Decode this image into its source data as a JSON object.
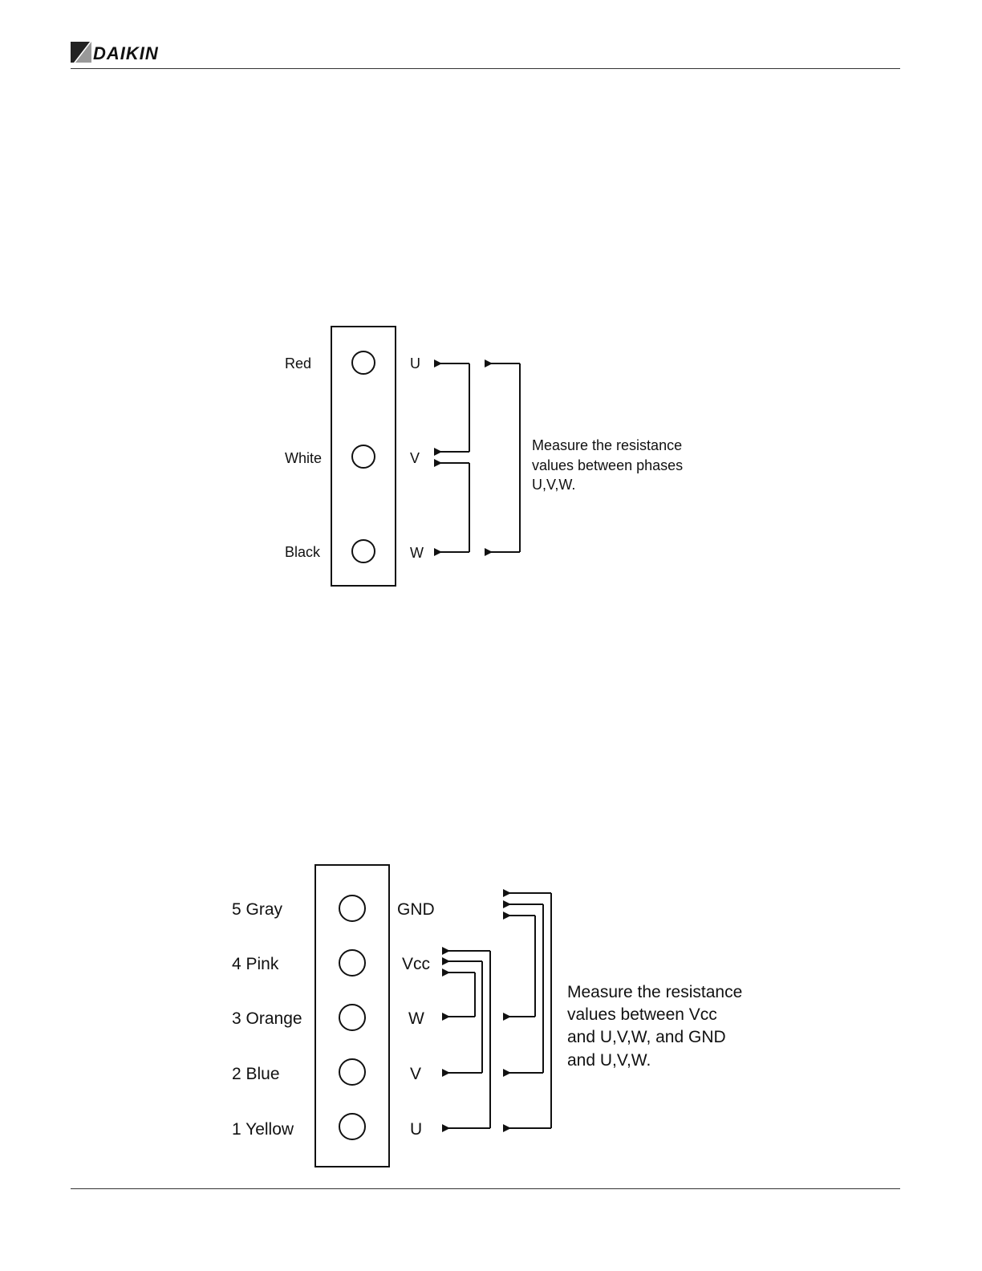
{
  "header": {
    "brand": "DAIKIN"
  },
  "motor_diagram": {
    "terminals": [
      {
        "wire": "Red",
        "phase": "U"
      },
      {
        "wire": "White",
        "phase": "V"
      },
      {
        "wire": "Black",
        "phase": "W"
      }
    ],
    "note": [
      "Measure the resistance",
      "values between phases",
      "U,V,W."
    ]
  },
  "sensor_diagram": {
    "terminals": [
      {
        "wire": "5 Gray",
        "signal": "GND"
      },
      {
        "wire": "4 Pink",
        "signal": "Vcc"
      },
      {
        "wire": "3 Orange",
        "signal": "W"
      },
      {
        "wire": "2 Blue",
        "signal": "V"
      },
      {
        "wire": "1 Yellow",
        "signal": "U"
      }
    ],
    "note": [
      "Measure the resistance",
      "values between Vcc",
      "and U,V,W, and GND",
      "and U,V,W."
    ]
  }
}
